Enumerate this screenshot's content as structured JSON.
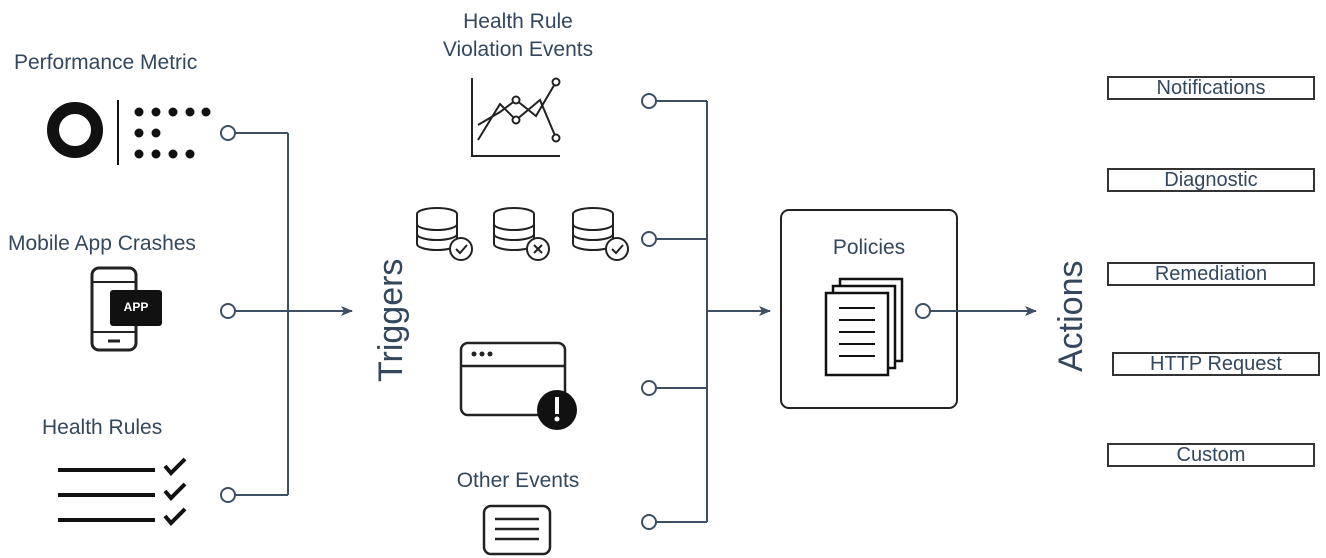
{
  "sources": {
    "performance_metric": "Performance Metric",
    "mobile_app_crashes": "Mobile App Crashes",
    "health_rules": "Health Rules",
    "app_badge": "APP"
  },
  "triggers": {
    "label": "Triggers",
    "health_rule_violation_line1": "Health Rule",
    "health_rule_violation_line2": "Violation Events",
    "other_events": "Other Events"
  },
  "policies": {
    "label": "Policies"
  },
  "actions": {
    "label": "Actions",
    "items": [
      "Notifications",
      "Diagnostic",
      "Remediation",
      "HTTP Request",
      "Custom"
    ]
  },
  "colors": {
    "line": "#3d4f63",
    "stroke": "#222222",
    "text": "#33475e"
  }
}
